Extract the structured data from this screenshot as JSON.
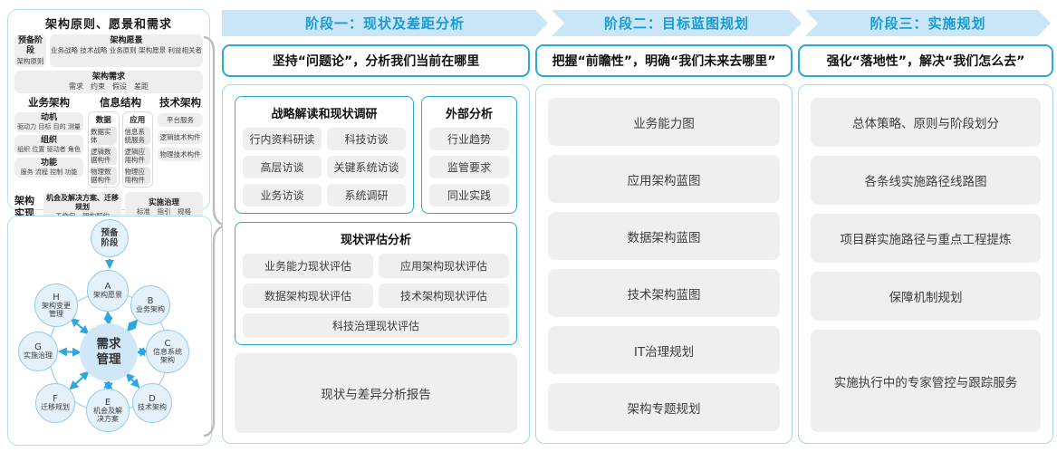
{
  "colors": {
    "accent": "#29a8e0",
    "band_bg": "#c8e6f7",
    "band_text": "#189ad5",
    "gray_box": "#efefef"
  },
  "left_panel": {
    "title": "架构原则、愿景和需求",
    "prep_title": "预备阶段",
    "prep_sub": "架构原则",
    "vision_title": "架构愿景",
    "vision_sub": "业务战略 技术战略 业务原则 架构愿景 利益相关者",
    "req_title": "架构需求",
    "req_sub": "需求　约束　假设　差距",
    "business_title": "业务架构",
    "business_items": [
      {
        "title": "动机",
        "sub": "驱动力 目标 目的 测量"
      },
      {
        "title": "组织",
        "sub": "组织 位置 驱动者 角色"
      },
      {
        "title": "功能",
        "sub": "服务 流程 控制 功能"
      }
    ],
    "info_title": "信息结构",
    "data_title": "数据",
    "data_items": [
      "数据实体",
      "逻辑数据构件",
      "物理数据构件"
    ],
    "app_title": "应用",
    "app_items": [
      "信息系统服务",
      "逻辑应用构件",
      "物理应用构件"
    ],
    "tech_title": "技术架构",
    "tech_items": [
      "平台服务",
      "逻辑技术构件",
      "物理技术构件"
    ],
    "realize_label": "架构实现",
    "realize_box1_title": "机会及解决方案、迁移规划",
    "realize_box1_sub": "工作包　架构契约",
    "realize_box2_title": "实施治理",
    "realize_box2_sub": "标准　指引　规格"
  },
  "adm": {
    "prep": "预备阶段",
    "center": "需求管理",
    "nodes": [
      {
        "letter": "A",
        "label": "架构愿景"
      },
      {
        "letter": "B",
        "label": "业务架构"
      },
      {
        "letter": "C",
        "label": "信息系统架构"
      },
      {
        "letter": "D",
        "label": "技术架构"
      },
      {
        "letter": "E",
        "label": "机会及解决方案"
      },
      {
        "letter": "F",
        "label": "迁移规划"
      },
      {
        "letter": "G",
        "label": "实施治理"
      },
      {
        "letter": "H",
        "label": "架构变更管理"
      }
    ]
  },
  "phases": [
    {
      "header": "阶段一：现状及差距分析",
      "subtitle": "坚持“问题论”，分析我们当前在哪里"
    },
    {
      "header": "阶段二：目标蓝图规划",
      "subtitle": "把握“前瞻性”，明确“我们未来去哪里”"
    },
    {
      "header": "阶段三：实施规划",
      "subtitle": "强化“落地性”，解决“我们怎么去”"
    }
  ],
  "phase1": {
    "group1_title": "战略解读和现状调研",
    "group1_items": [
      "行内资料研读",
      "科技访谈",
      "高层访谈",
      "关键系统访谈",
      "业务访谈",
      "系统调研"
    ],
    "group2_title": "外部分析",
    "group2_items": [
      "行业趋势",
      "监管要求",
      "同业实践"
    ],
    "group3_title": "现状评估分析",
    "group3_items": [
      "业务能力现状评估",
      "应用架构现状评估",
      "数据架构现状评估",
      "技术架构现状评估",
      "科技治理现状评估"
    ],
    "report": "现状与差异分析报告"
  },
  "phase2": {
    "items": [
      "业务能力图",
      "应用架构蓝图",
      "数据架构蓝图",
      "技术架构蓝图",
      "IT治理规划",
      "架构专题规划"
    ]
  },
  "phase3": {
    "items": [
      "总体策略、原则与阶段划分",
      "各条线实施路径线路图",
      "项目群实施路径与重点工程提炼",
      "保障机制规划",
      "实施执行中的专家管控与跟踪服务"
    ]
  }
}
